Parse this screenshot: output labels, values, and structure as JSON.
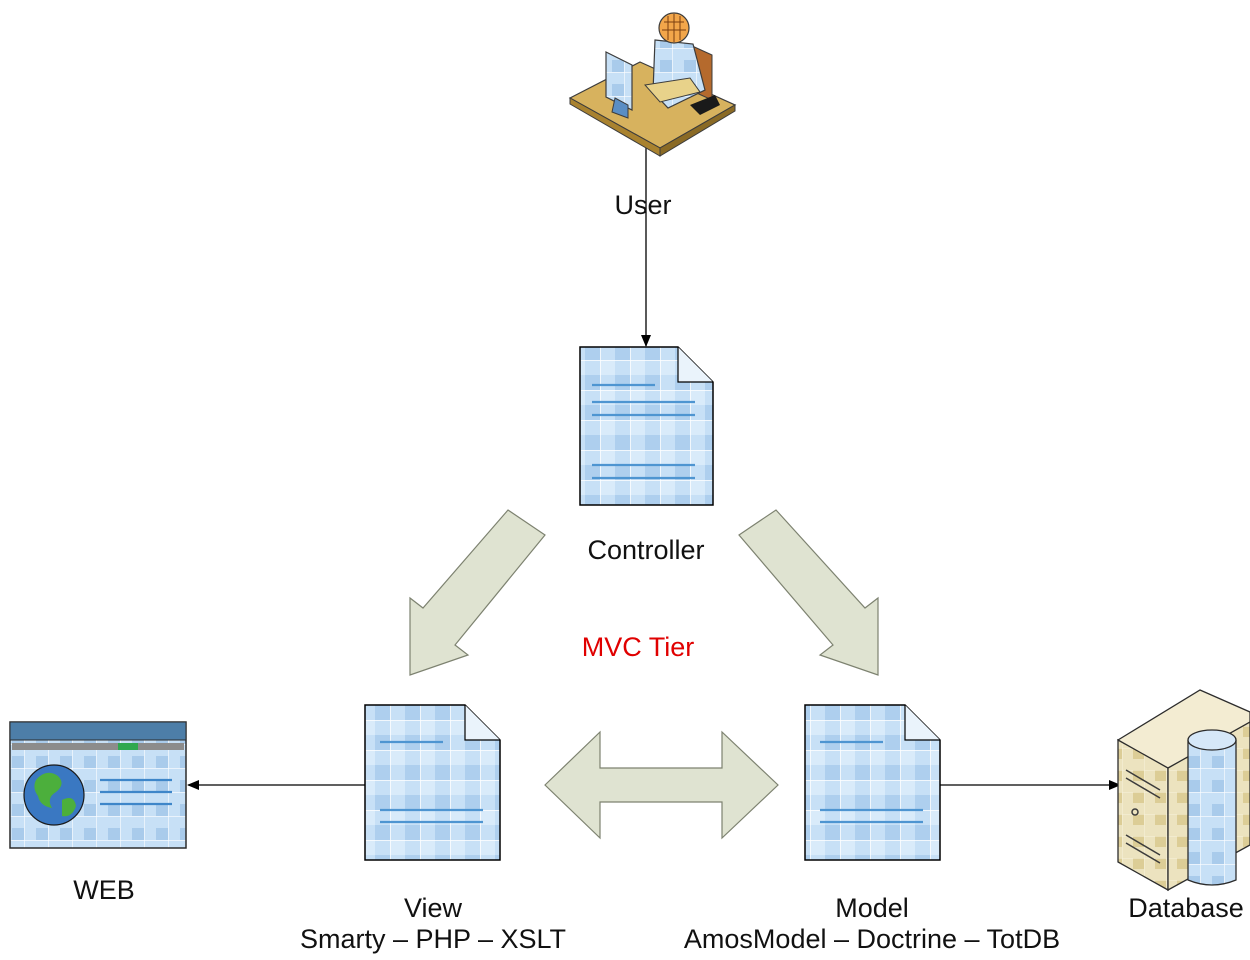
{
  "labels": {
    "user": "User",
    "controller": "Controller",
    "tier": "MVC Tier",
    "web": "WEB",
    "view": "View",
    "view_tech": "Smarty – PHP – XSLT",
    "model": "Model",
    "model_tech": "AmosModel – Doctrine – TotDB",
    "database": "Database"
  },
  "colors": {
    "tier_label": "#e00000",
    "big_arrow_fill": "#dfe3d1",
    "doc_fill": "#bcd9f3",
    "doc_line": "#4e95d1"
  },
  "icons": [
    "user-at-desk-icon",
    "document-icon",
    "web-browser-icon",
    "database-server-icon"
  ]
}
